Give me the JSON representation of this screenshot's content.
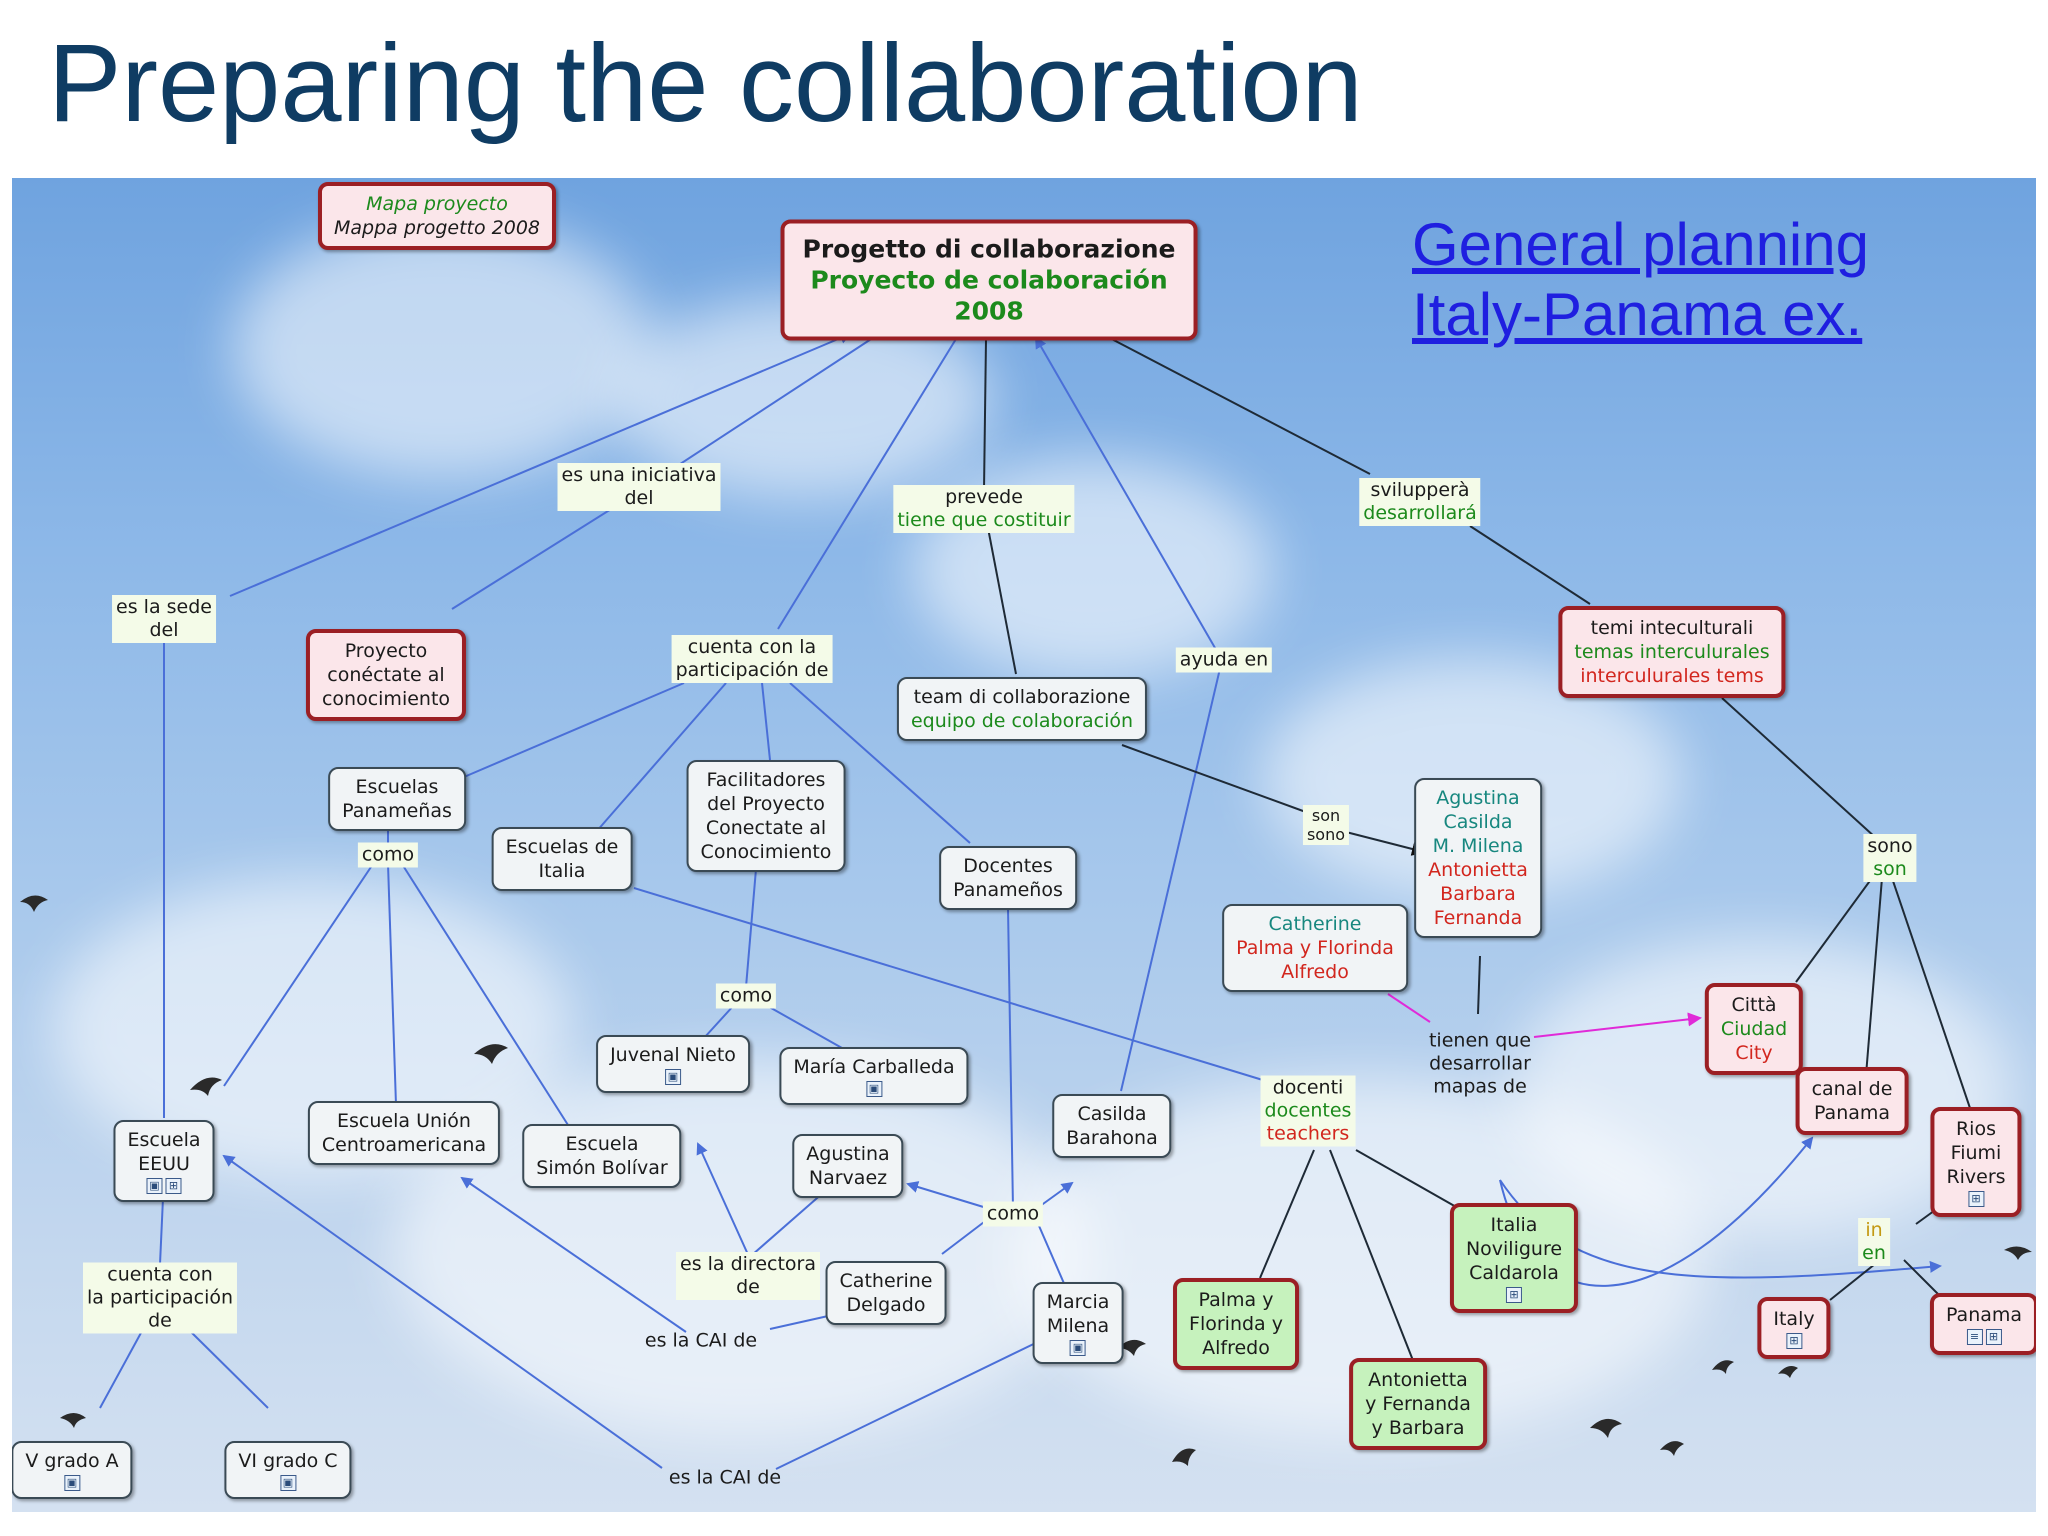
{
  "slide_title": "Preparing the collaboration",
  "link_text": [
    "General planning",
    "Italy-Panama ex."
  ],
  "colors": {
    "title": "#0f3c63",
    "link": "#1f1fe0",
    "edge_blue": "#4a6fd8",
    "edge_dark": "#1e2a36",
    "edge_magenta": "#e02ad8"
  },
  "nodes": {
    "mapa": [
      "Mapa proyecto",
      "Mappa progetto 2008"
    ],
    "progetto": [
      "Progetto di collaborazione",
      "Proyecto de colaboración",
      "2008"
    ],
    "conectate": [
      "Proyecto",
      "conéctate al",
      "conocimiento"
    ],
    "temi": [
      "temi inteculturali",
      "temas interculurales",
      "interculurales tems"
    ],
    "team": [
      "team di collaborazione",
      "equipo de colaboración"
    ],
    "escuelas_pan": [
      "Escuelas",
      "Panameñas"
    ],
    "escuelas_ita": [
      "Escuelas de",
      "Italia"
    ],
    "facilitadores": [
      "Facilitadores",
      "del Proyecto",
      "Conectate al",
      "Conocimiento"
    ],
    "docentes_pan": [
      "Docentes",
      "Panameños"
    ],
    "agustina_list": [
      "Agustina",
      "Casilda",
      "M. Milena",
      "Antonietta",
      "Barbara",
      "Fernanda"
    ],
    "catherine_grp": [
      "Catherine",
      "Palma y Florinda",
      "Alfredo"
    ],
    "juvenal": [
      "Juvenal Nieto"
    ],
    "maria": [
      "María Carballeda"
    ],
    "escuela_eeuu": [
      "Escuela",
      "EEUU"
    ],
    "union": [
      "Escuela Unión",
      "Centroamericana"
    ],
    "bolivar": [
      "Escuela",
      "Simón Bolívar"
    ],
    "agustina_n": [
      "Agustina",
      "Narvaez"
    ],
    "casilda": [
      "Casilda",
      "Barahona"
    ],
    "catherine_d": [
      "Catherine",
      "Delgado"
    ],
    "marcia": [
      "Marcia",
      "Milena"
    ],
    "ciudad": [
      "Città",
      "Ciudad",
      "City"
    ],
    "canal": [
      "canal de",
      "Panama"
    ],
    "rios": [
      "Rios",
      "Fiumi",
      "Rivers"
    ],
    "italia_nov": [
      "Italia",
      "Noviligure",
      "Caldarola"
    ],
    "palma": [
      "Palma y",
      "Florinda y",
      "Alfredo"
    ],
    "antonietta": [
      "Antonietta",
      "y Fernanda",
      "y Barbara"
    ],
    "italy": [
      "Italy"
    ],
    "panama": [
      "Panama"
    ],
    "vgrado": [
      "V grado A"
    ],
    "vigrado": [
      "VI grado C"
    ]
  },
  "links": {
    "iniciativa": [
      "es una iniciativa",
      "del"
    ],
    "prevede": [
      "prevede",
      "tiene que costituir"
    ],
    "sviluppera": [
      "svilupperà",
      "desarrollará"
    ],
    "sede": [
      "es la sede",
      "del"
    ],
    "cuenta1": [
      "cuenta con la",
      "participación de"
    ],
    "ayuda": [
      "ayuda en"
    ],
    "son_sono": [
      "son",
      "sono"
    ],
    "sono_son": [
      "sono",
      "son"
    ],
    "como1": [
      "como"
    ],
    "como2": [
      "como"
    ],
    "como3": [
      "como"
    ],
    "tienen": [
      "tienen que",
      "desarrollar",
      "mapas de"
    ],
    "docenti": [
      "docenti",
      "docentes",
      "teachers"
    ],
    "cuenta2": [
      "cuenta con",
      "la participación",
      "de"
    ],
    "directora": [
      "es la directora",
      "de"
    ],
    "cai1": [
      "es la CAI de"
    ],
    "cai2": [
      "es la CAI de"
    ],
    "in_en": [
      "in",
      "en"
    ]
  }
}
